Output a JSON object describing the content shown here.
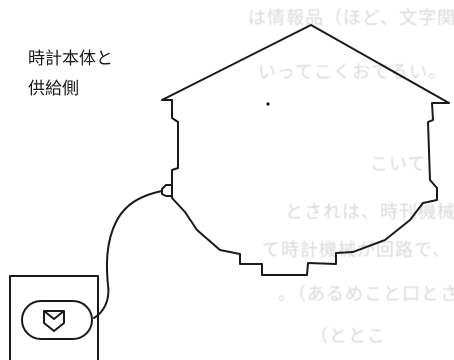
{
  "label": {
    "line1": "時計本体と",
    "line2": "供給側"
  },
  "background_text": [
    "は情報品（ほど、文字関、及びてい＃",
    "いってこくおてるい。",
    "こいて",
    "とされは、時刊機械の回路がてい",
    "て時計機械が回路で、といい、協作下",
    "。（あるめこと口とさ）調整",
    "（ととこ"
  ]
}
